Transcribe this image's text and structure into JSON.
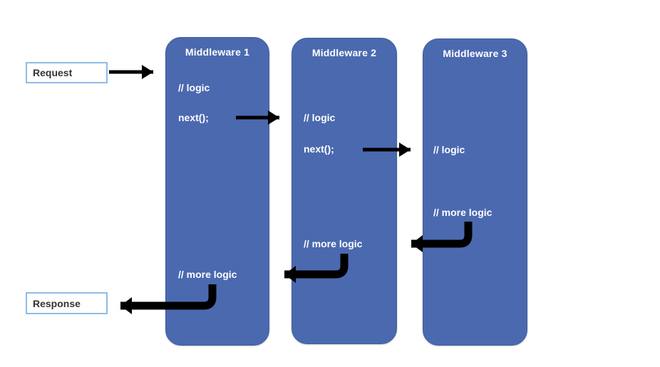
{
  "diagram_title": "middleware-pipeline",
  "colors": {
    "box_fill": "#4b69af",
    "box_border": "#3f5e9e",
    "box_text": "#ffffff",
    "io_border": "#8fbce6",
    "io_text": "#333333",
    "arrow": "#000000"
  },
  "request": {
    "label": "Request"
  },
  "response": {
    "label": "Response"
  },
  "middlewares": [
    {
      "title": "Middleware 1",
      "lines": [
        "// logic",
        "next();",
        "// more logic"
      ]
    },
    {
      "title": "Middleware 2",
      "lines": [
        "// logic",
        "next();",
        "// more logic"
      ]
    },
    {
      "title": "Middleware 3",
      "lines": [
        "// logic",
        "// more logic"
      ]
    }
  ],
  "arrows": [
    {
      "name": "request-to-middleware1",
      "direction": "right"
    },
    {
      "name": "middleware1-next-to-middleware2",
      "direction": "right"
    },
    {
      "name": "middleware2-next-to-middleware3",
      "direction": "right"
    },
    {
      "name": "middleware3-return-to-middleware2",
      "direction": "elbow-left"
    },
    {
      "name": "middleware2-return-to-middleware1",
      "direction": "elbow-left"
    },
    {
      "name": "middleware1-return-to-response",
      "direction": "elbow-left"
    }
  ]
}
